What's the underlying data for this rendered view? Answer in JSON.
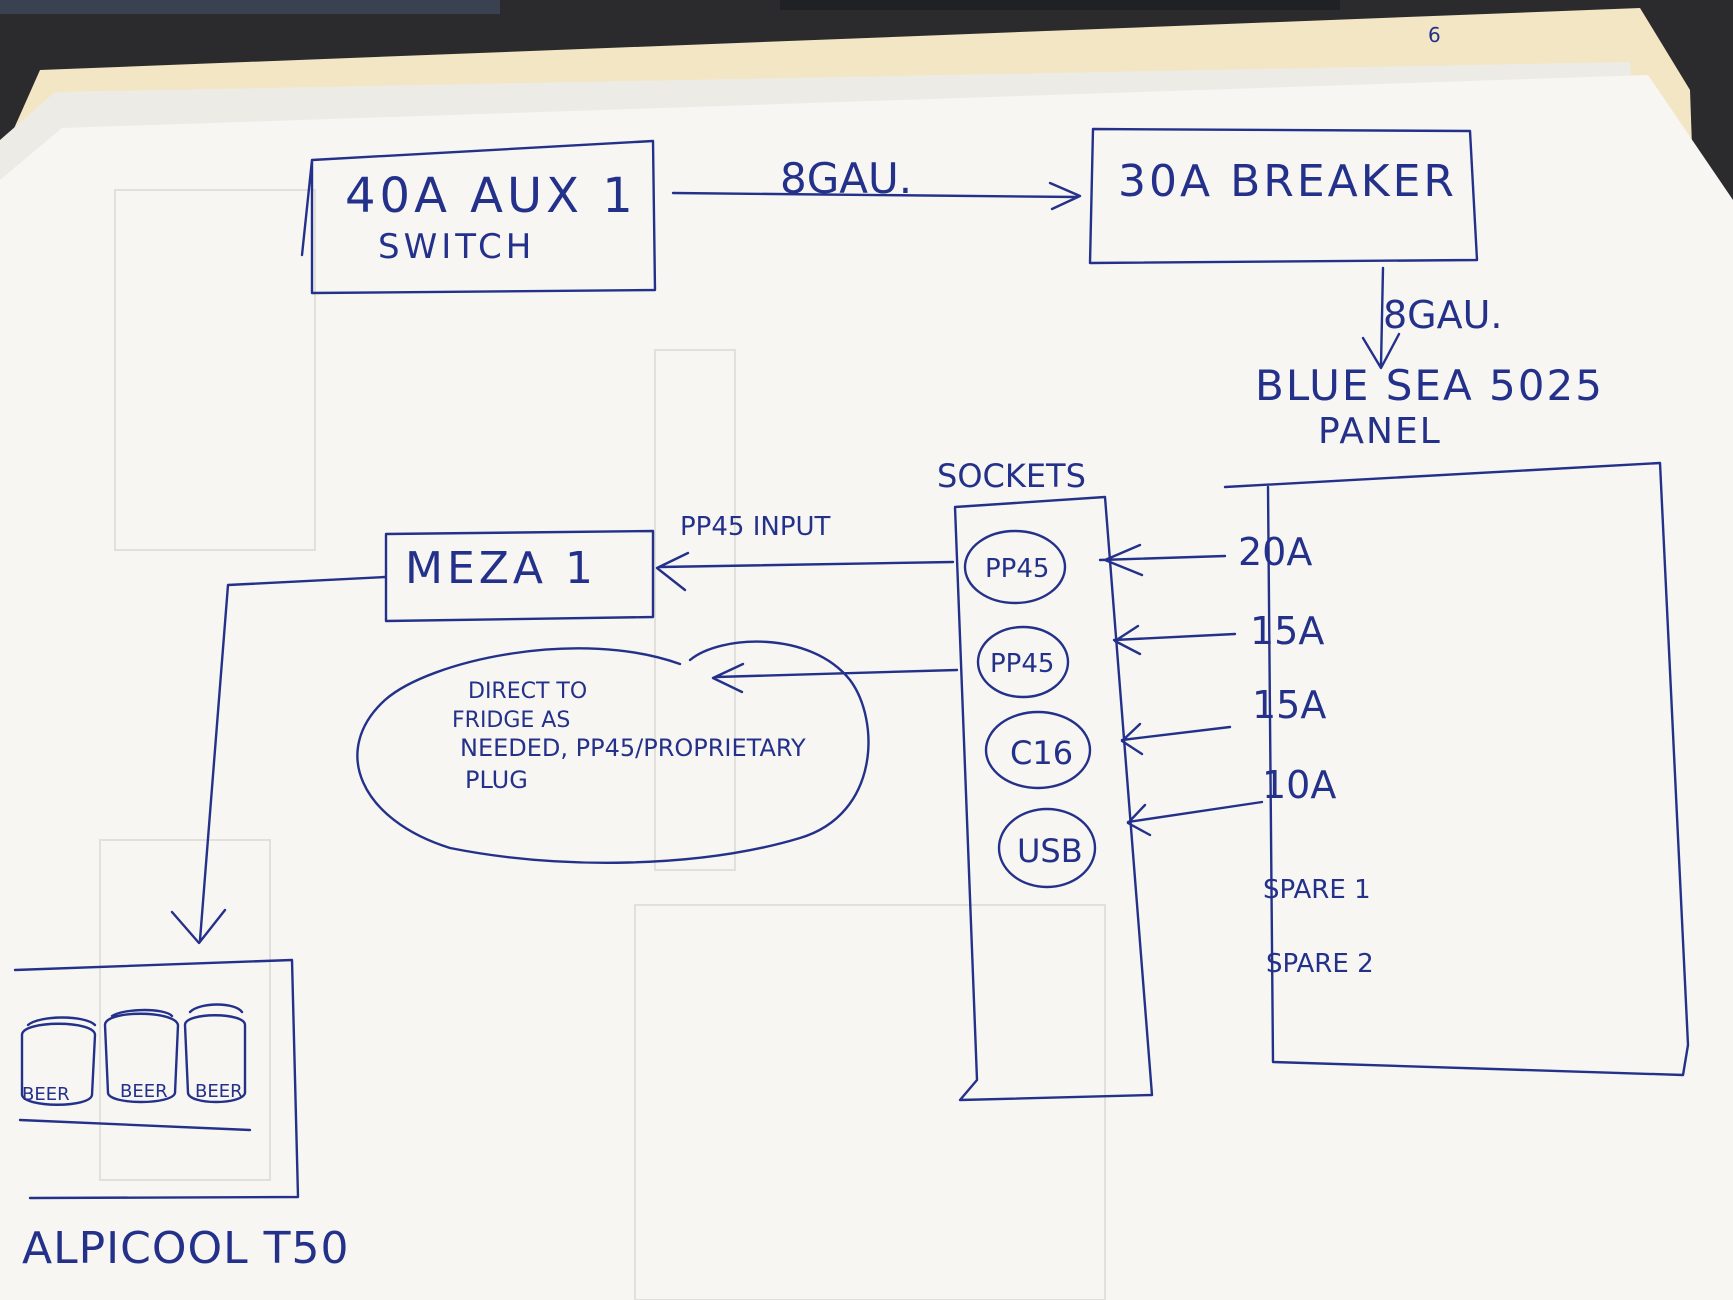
{
  "diagram": {
    "switch_box": {
      "line1": "40A AUX 1",
      "line2": "SWITCH"
    },
    "breaker_box": {
      "label": "30A BREAKER"
    },
    "wire_top": "8GAU.",
    "wire_right": "8GAU.",
    "panel_label": {
      "line1": "BLUE SEA 5025",
      "line2": "PANEL"
    },
    "panel_circuits": [
      "20A",
      "15A",
      "15A",
      "10A",
      "SPARE 1",
      "SPARE 2"
    ],
    "sockets_title": "SOCKETS",
    "sockets": [
      "PP45",
      "PP45",
      "C16",
      "USB"
    ],
    "meza_box": {
      "label": "MEZA 1"
    },
    "meza_input": "PP45 INPUT",
    "note": {
      "line1": "DIRECT TO",
      "line2": "FRIDGE AS",
      "line3": "NEEDED, PP45/PROPRIETARY",
      "line4": "PLUG"
    },
    "fridge_label": "ALPICOOL T50",
    "fridge_items": [
      "BEER",
      "BEER",
      "BEER"
    ],
    "corner_mark": "6"
  },
  "colors": {
    "ink": "#24318a",
    "paper": "#f7f6f2",
    "folder": "#f3e6c4",
    "background": "#2b2b2d"
  }
}
